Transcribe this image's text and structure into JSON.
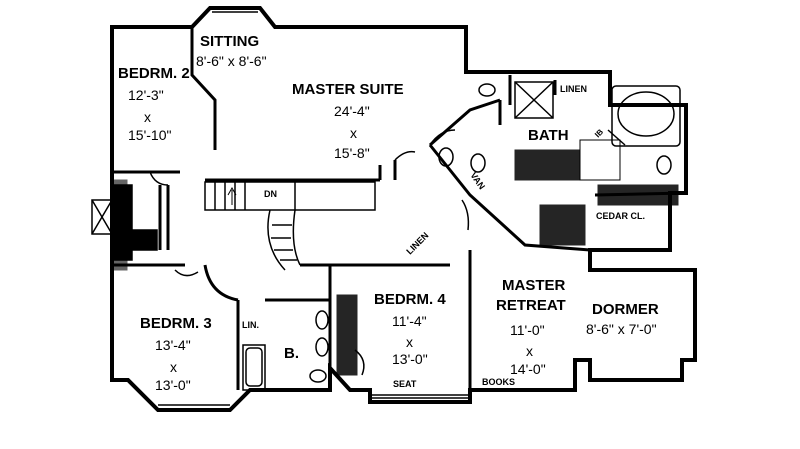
{
  "rooms": {
    "sitting": {
      "name": "SITTING",
      "dim": "8'-6\" x 8'-6\""
    },
    "bedrm2": {
      "name": "BEDRM. 2",
      "dim_w": "12'-3\"",
      "x": "x",
      "dim_h": "15'-10\""
    },
    "master_suite": {
      "name": "MASTER SUITE",
      "dim_w": "24'-4\"",
      "x": "x",
      "dim_h": "15'-8\""
    },
    "bath": {
      "name": "BATH"
    },
    "master_retreat": {
      "name1": "MASTER",
      "name2": "RETREAT",
      "dim_w": "11'-0\"",
      "x": "x",
      "dim_h": "14'-0\""
    },
    "dormer": {
      "name": "DORMER",
      "dim": "8'-6\" x 7'-0\""
    },
    "bedrm3": {
      "name": "BEDRM. 3",
      "dim_w": "13'-4\"",
      "x": "x",
      "dim_h": "13'-0\""
    },
    "bedrm4": {
      "name": "BEDRM. 4",
      "dim_w": "11'-4\"",
      "x": "x",
      "dim_h": "13'-0\""
    },
    "hall_bath": {
      "name": "B."
    }
  },
  "labels": {
    "linen_bath": "LINEN",
    "linen_hall": "LINEN",
    "lin": "LIN.",
    "van": "VAN",
    "cedar": "CEDAR CL.",
    "seat": "SEAT",
    "books": "BOOKS",
    "dn": "DN",
    "ib": "IB"
  }
}
